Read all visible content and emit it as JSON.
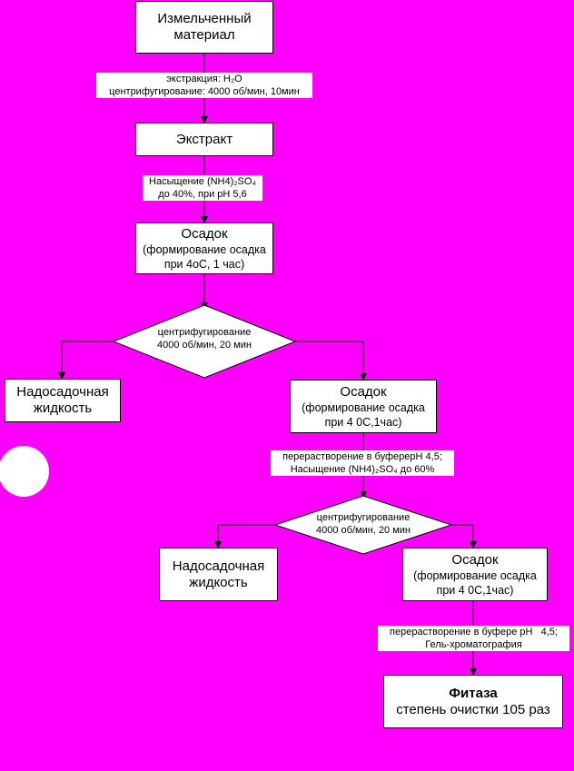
{
  "nodes": {
    "material": {
      "line1": "Измельченный",
      "line2": "материал"
    },
    "extract": {
      "text": "Экстракт"
    },
    "sediment1": {
      "title": "Осадок",
      "line1": "(формирование осадка",
      "line2": "при 4оС, 1 час)"
    },
    "decision1": {
      "line1": "центрифугирование",
      "line2": "4000 об/мин, 20 мин"
    },
    "supernatant1": {
      "line1": "Надосадочная",
      "line2": "жидкость"
    },
    "sediment2": {
      "title": "Осадок",
      "line1": "(формирование осадка",
      "line2": "при 4 0С,1час)"
    },
    "decision2": {
      "line1": "центрифугирование",
      "line2": "4000 об/мин, 20 мин"
    },
    "supernatant2": {
      "line1": "Надосадочная",
      "line2": "жидкость"
    },
    "sediment3": {
      "title": "Осадок",
      "line1": "(формирование осадка",
      "line2": "при 4 0С,1час)"
    },
    "phytase": {
      "title": "Фитаза",
      "line1": "степень очистки 105 раз"
    }
  },
  "edges": {
    "e1": {
      "line1": "экстракция: H₂O",
      "line2": "центрифугирование: 4000 об/мин, 10мин"
    },
    "e2": {
      "line1": "Насыщение (NH4)₂SO₄",
      "line2": "до 40%, при pH 5,6"
    },
    "e3": {
      "line1": "перерастворение в буфере",
      "line1b": "рН 4,5;",
      "line2": "Насыщение (NH4)₂SO₄ до 60%"
    },
    "e4": {
      "line1": "перерастворение в буфере рН   4,5;",
      "line2": "Гель-хроматография"
    }
  },
  "colors": {
    "background": "#ff00ff",
    "box": "#ffffff",
    "line": "#000000"
  }
}
